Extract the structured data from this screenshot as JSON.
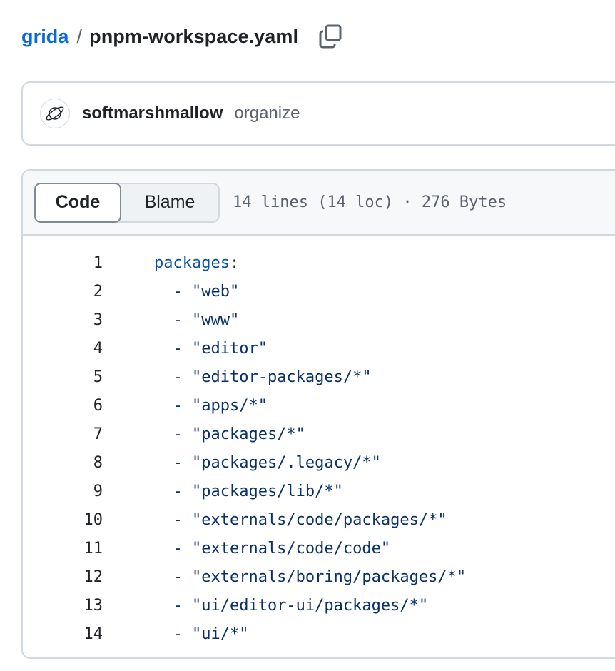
{
  "breadcrumb": {
    "repo": "grida",
    "separator": "/",
    "file": "pnpm-workspace.yaml",
    "copy_icon": "copy-icon"
  },
  "commit": {
    "avatar_icon": "planet-avatar-icon",
    "author": "softmarshmallow",
    "message": "organize"
  },
  "file": {
    "tabs": {
      "code_label": "Code",
      "blame_label": "Blame",
      "active": "Code"
    },
    "meta": "14 lines (14 loc) · 276 Bytes",
    "lines": [
      {
        "num": "1",
        "key": "packages",
        "punct": ":"
      },
      {
        "num": "2",
        "text": "  - \"web\""
      },
      {
        "num": "3",
        "text": "  - \"www\""
      },
      {
        "num": "4",
        "text": "  - \"editor\""
      },
      {
        "num": "5",
        "text": "  - \"editor-packages/*\""
      },
      {
        "num": "6",
        "text": "  - \"apps/*\""
      },
      {
        "num": "7",
        "text": "  - \"packages/*\""
      },
      {
        "num": "8",
        "text": "  - \"packages/.legacy/*\""
      },
      {
        "num": "9",
        "text": "  - \"packages/lib/*\""
      },
      {
        "num": "10",
        "text": "  - \"externals/code/packages/*\""
      },
      {
        "num": "11",
        "text": "  - \"externals/code/code\""
      },
      {
        "num": "12",
        "text": "  - \"externals/boring/packages/*\""
      },
      {
        "num": "13",
        "text": "  - \"ui/editor-ui/packages/*\""
      },
      {
        "num": "14",
        "text": "  - \"ui/*\""
      }
    ]
  },
  "colors": {
    "link": "#0969da",
    "border": "#d1d9e0",
    "header_bg": "#f6f8fa",
    "muted_text": "#59636e",
    "yaml_key": "#0550ae",
    "yaml_string": "#0a3069"
  }
}
